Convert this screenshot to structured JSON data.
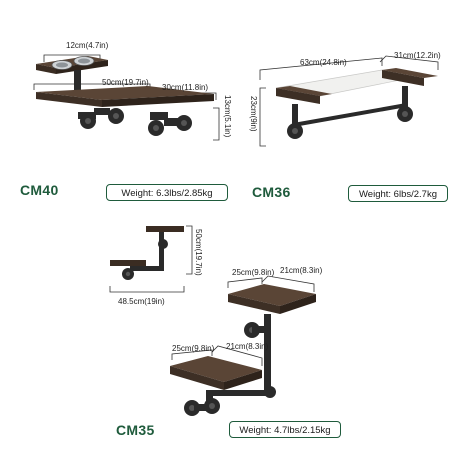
{
  "products": [
    {
      "model": "CM40",
      "weight": "Weight: 6.3lbs/2.85kg",
      "dims": {
        "bowl": "12cm(4.7in)",
        "length": "50cm(19.7in)",
        "depth": "30cm(11.8in)",
        "height": "13cm(5.1in)"
      }
    },
    {
      "model": "CM36",
      "weight": "Weight: 6lbs/2.7kg",
      "dims": {
        "length": "63cm(24.8in)",
        "depth": "31cm(12.2in)",
        "height": "23cm(9in)"
      }
    },
    {
      "model": "CM35",
      "weight": "Weight: 4.7lbs/2.15kg",
      "dims": {
        "side_height": "50cm(19.7in)",
        "side_width": "48.5cm(19in)",
        "upper_width": "25cm(9.8in)",
        "upper_depth": "21cm(8.3in)",
        "lower_width": "25cm(9.8in)",
        "lower_depth": "21cm(8.3in)"
      }
    }
  ],
  "colors": {
    "accent": "#1f5b3c",
    "wood": "#4a3a2e",
    "pipe": "#2a2a2a"
  }
}
